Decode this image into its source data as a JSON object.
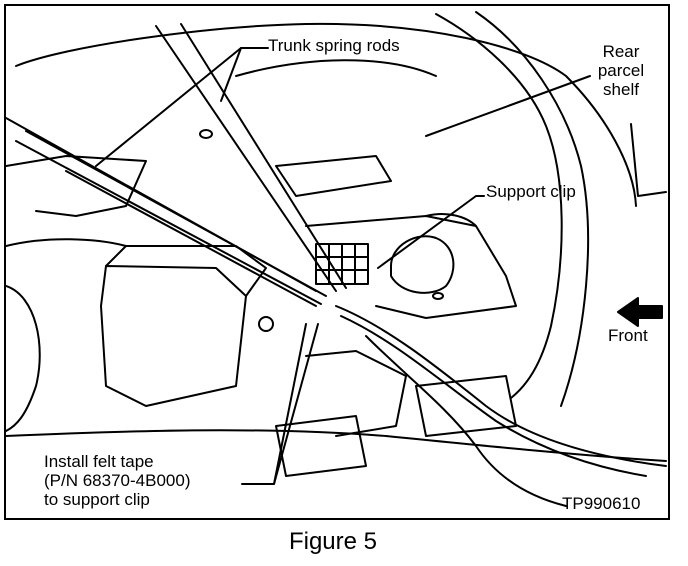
{
  "callouts": {
    "trunk_spring_rods": "Trunk spring rods",
    "rear_parcel_shelf": [
      "Rear",
      "parcel",
      "shelf"
    ],
    "support_clip": "Support clip",
    "front": "Front",
    "install_felt_tape": [
      "Install felt tape",
      "(P/N 68370-4B000)",
      "to support clip"
    ],
    "drawing_id": "TP990610"
  },
  "caption": "Figure 5",
  "colors": {
    "line": "#000000",
    "background": "#ffffff"
  }
}
